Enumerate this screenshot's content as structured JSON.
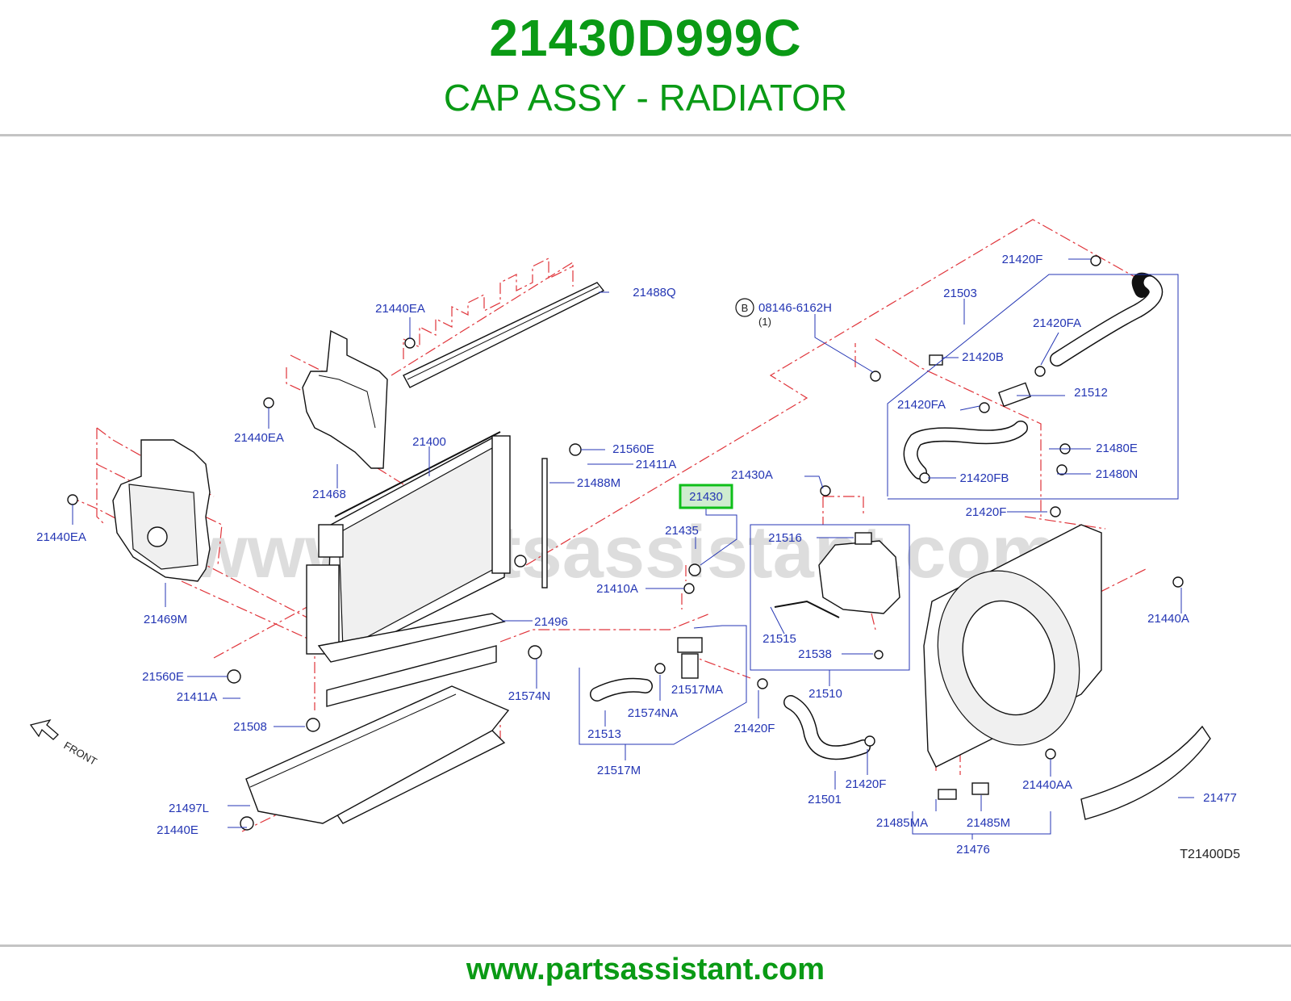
{
  "header": {
    "part_number": "21430D999C",
    "part_name": "CAP ASSY - RADIATOR"
  },
  "diagram": {
    "watermark": "www.partsassistant.com",
    "figure_code": "T21400D5",
    "front_label": "FRONT",
    "highlighted_part": "21430",
    "bolt_marker": "B",
    "bolt_qty": "(1)",
    "callouts": {
      "c21420F_top": "21420F",
      "c21503": "21503",
      "c21488Q": "21488Q",
      "c08146": "08146-6162H",
      "c21440EA_a": "21440EA",
      "c21420FA_a": "21420FA",
      "c21420B": "21420B",
      "c21512": "21512",
      "c21420FA_b": "21420FA",
      "c21440EA_b": "21440EA",
      "c21400": "21400",
      "c21560E_a": "21560E",
      "c21411A_a": "21411A",
      "c21480E": "21480E",
      "c21468": "21468",
      "c21488M": "21488M",
      "c21430A": "21430A",
      "c21420FB": "21420FB",
      "c21480N": "21480N",
      "c21430": "21430",
      "c21420F_b": "21420F",
      "c21435": "21435",
      "c21440EA_c": "21440EA",
      "c21516": "21516",
      "c21410A": "21410A",
      "c21469M": "21469M",
      "c21496": "21496",
      "c21440A": "21440A",
      "c21515": "21515",
      "c21538": "21538",
      "c21560E_b": "21560E",
      "c21517MA": "21517MA",
      "c21510": "21510",
      "c21574N": "21574N",
      "c21411A_b": "21411A",
      "c21574NA": "21574NA",
      "c21420F_c": "21420F",
      "c21508": "21508",
      "c21513": "21513",
      "c21517M": "21517M",
      "c21420F_d": "21420F",
      "c21440AA": "21440AA",
      "c21477": "21477",
      "c21501": "21501",
      "c21497L": "21497L",
      "c21485MA": "21485MA",
      "c21485M": "21485M",
      "c21440E": "21440E",
      "c21476": "21476"
    }
  },
  "footer": {
    "url": "www.partsassistant.com"
  }
}
